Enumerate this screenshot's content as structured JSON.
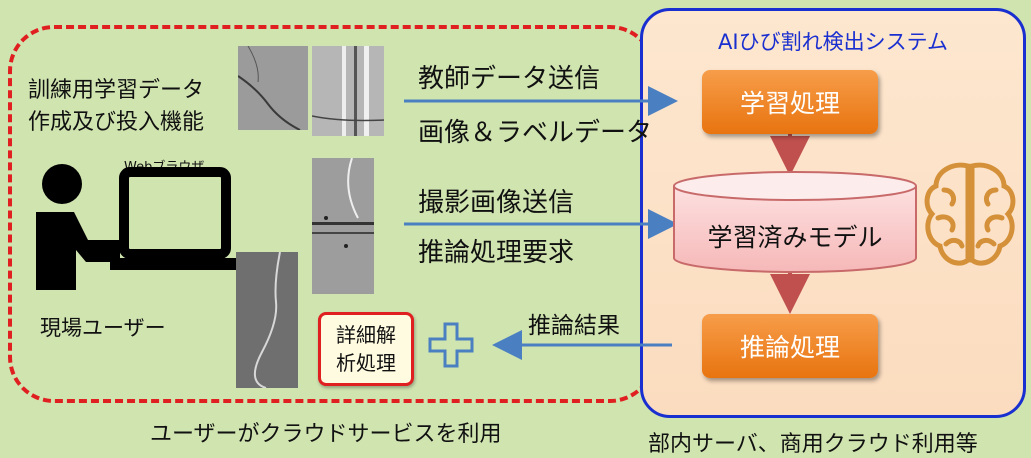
{
  "left_panel": {
    "title_line1": "訓練用学習データ",
    "title_line2": "作成及び投入機能",
    "browser_label": "Webブラウザ",
    "user_label": "現場ユーザー",
    "caption": "ユーザーがクラウドサービスを利用"
  },
  "arrows": {
    "send_teacher": "教師データ送信",
    "image_label": "画像＆ラベルデータ",
    "send_photo": "撮影画像送信",
    "inference_request": "推論処理要求",
    "inference_result": "推論結果"
  },
  "detail_box": {
    "line1": "詳細解",
    "line2": "析処理"
  },
  "ai_system": {
    "title": "AIひび割れ検出システム",
    "learning": "学習処理",
    "model": "学習済みモデル",
    "inference": "推論処理",
    "caption": "部内サーバ、商用クラウド利用等"
  },
  "colors": {
    "background": "#d0e4b0",
    "dashed_border": "#e02020",
    "system_border": "#1a2fd0",
    "process_box": "#e8740f",
    "arrow_blue": "#4a7fc1"
  },
  "icons": [
    "user-at-computer-icon",
    "brain-icon",
    "plus-icon",
    "crack-photo"
  ]
}
